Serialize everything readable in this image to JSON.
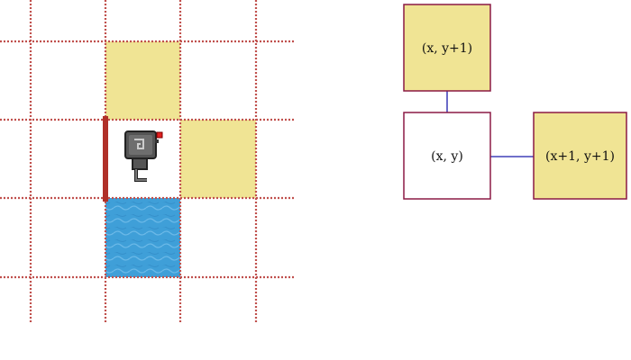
{
  "colors": {
    "grid_line": "#c0504d",
    "grid_line_light": "#e3a3a1",
    "neighbor_fill": "#f0e494",
    "water_fill": "#3f9fd8",
    "water_highlight": "#7cc4ee",
    "wall": "#b03028",
    "node_border": "#8b1a45",
    "edge": "#1a1aaa",
    "robot_body": "#555555",
    "robot_eye": "#e02020"
  },
  "grid": {
    "cells": [
      {
        "name": "neighbor-cell-up",
        "kind": "neighbor",
        "col": 1,
        "row": 0
      },
      {
        "name": "neighbor-cell-right",
        "kind": "neighbor",
        "col": 2,
        "row": 1
      },
      {
        "name": "water-cell",
        "kind": "water",
        "col": 1,
        "row": 2
      },
      {
        "name": "current-cell",
        "kind": "robot",
        "col": 1,
        "row": 1
      }
    ],
    "walls": [
      {
        "name": "wall-segment-left",
        "side": "left",
        "col": 1,
        "row": 1
      }
    ],
    "robot": {
      "icon": "robot-icon",
      "facing": "right"
    }
  },
  "graph": {
    "nodes": [
      {
        "id": "top",
        "label": "(x, y+1)",
        "style": "neighbor"
      },
      {
        "id": "center",
        "label": "(x, y)",
        "style": "current"
      },
      {
        "id": "right",
        "label": "(x+1, y+1)",
        "style": "neighbor"
      }
    ],
    "edges": [
      {
        "from": "top",
        "to": "center"
      },
      {
        "from": "center",
        "to": "right"
      }
    ]
  }
}
